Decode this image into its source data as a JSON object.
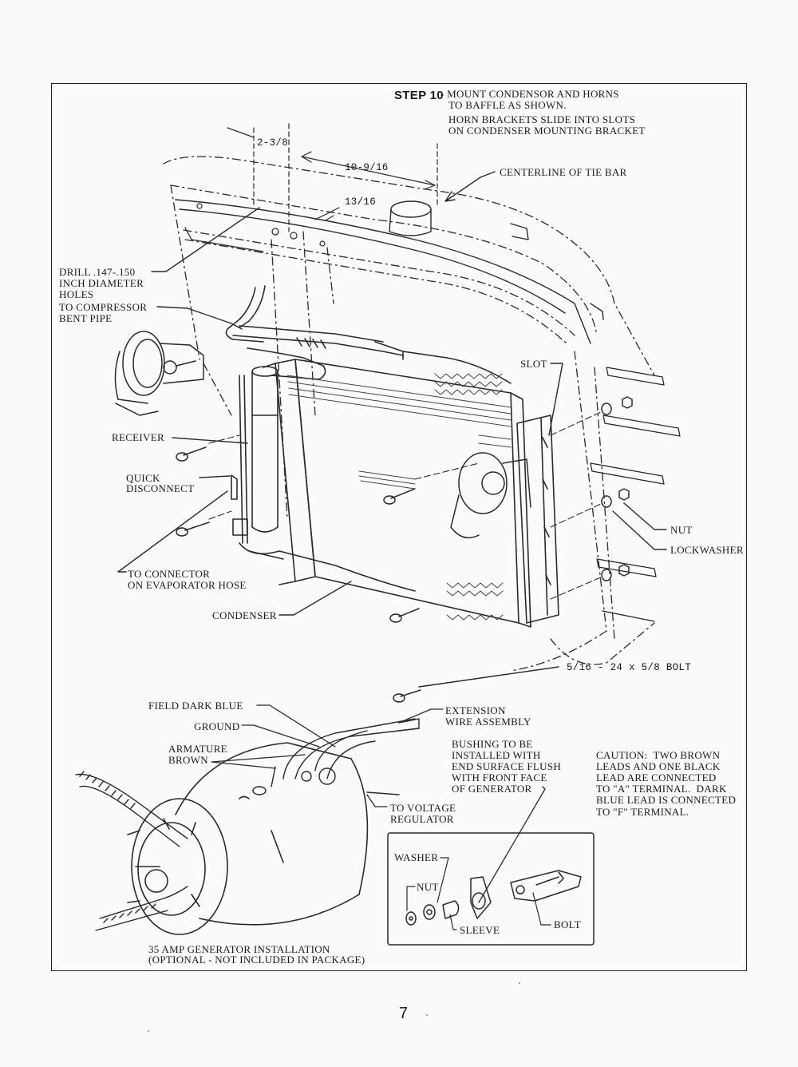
{
  "step": {
    "number_label": "STEP 10",
    "line1": "- MOUNT CONDENSOR AND HORNS",
    "line2": "TO BAFFLE AS SHOWN.",
    "line3": "HORN BRACKETS SLIDE INTO SLOTS",
    "line4": "ON CONDENSER MOUNTING BRACKET"
  },
  "dimensions": {
    "d1": "2-3/8",
    "d2": "10-9/16",
    "d3": "13/16"
  },
  "labels": {
    "centerline": "CENTERLINE OF TIE BAR",
    "drill_1": "DRILL .147-.150",
    "drill_2": "INCH DIAMETER",
    "drill_3": "HOLES",
    "compressor_1": "TO COMPRESSOR",
    "compressor_2": "BENT PIPE",
    "slot": "SLOT",
    "receiver": "RECEIVER",
    "quick_1": "QUICK",
    "quick_2": "DISCONNECT",
    "nut": "NUT",
    "lockwasher": "LOCKWASHER",
    "connector_1": "TO CONNECTOR",
    "connector_2": "ON EVAPORATOR HOSE",
    "condenser": "CONDENSER",
    "bolt_spec": "5/16 - 24 x 5/8 BOLT",
    "field": "FIELD DARK BLUE",
    "ground": "GROUND",
    "armature_1": "ARMATURE",
    "armature_2": "BROWN",
    "extension_1": "EXTENSION",
    "extension_2": "WIRE ASSEMBLY",
    "bushing_1": "BUSHING TO BE",
    "bushing_2": "INSTALLED WITH",
    "bushing_3": "END SURFACE FLUSH",
    "bushing_4": "WITH FRONT FACE",
    "bushing_5": "OF GENERATOR",
    "caution_1": "CAUTION:  TWO BROWN",
    "caution_2": "LEADS AND ONE BLACK",
    "caution_3": "LEAD ARE CONNECTED",
    "caution_4": "TO \"A\" TERMINAL.  DARK",
    "caution_5": "BLUE LEAD IS CONNECTED",
    "caution_6": "TO \"F\" TERMINAL.",
    "voltage_1": "TO VOLTAGE",
    "voltage_2": "REGULATOR",
    "washer": "WASHER",
    "nut2": "NUT",
    "sleeve": "SLEEVE",
    "bolt": "BOLT",
    "generator_1": "35 AMP GENERATOR INSTALLATION",
    "generator_2": "(OPTIONAL - NOT INCLUDED IN PACKAGE)"
  },
  "page_number": "7"
}
